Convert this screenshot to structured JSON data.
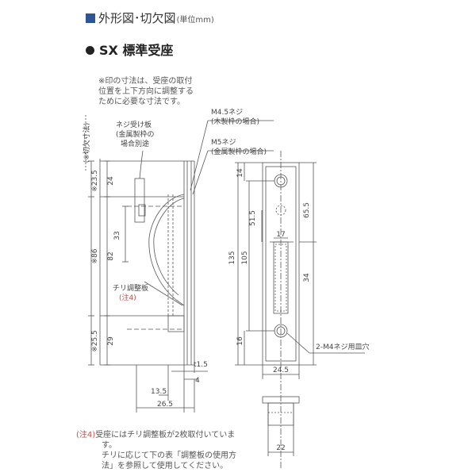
{
  "header": {
    "title": "外形図･切欠図",
    "unit": "(単位mm)"
  },
  "product": {
    "name": "SX 標準受座"
  },
  "note_top": [
    "※印の寸法は、受座の取付",
    "位置を上下方向に調整する",
    "ために必要な寸法です。"
  ],
  "labels": {
    "screw_plate_1": "ネジ受け板",
    "screw_plate_2": "(金属製枠の",
    "screw_plate_3": "場合別途",
    "cutout_side": "(※切欠寸法)",
    "m45": "M4.5ネジ",
    "m45_sub": "(木製枠の場合)",
    "m5": "M5ネジ",
    "m5_sub": "(金属製枠の場合)",
    "chiri_plate": "チリ調整板",
    "chiri_note": "(注4)",
    "m4_hole": "2-M4ネジ用皿穴"
  },
  "dimensions": {
    "d_235": "※23.5",
    "d_86": "※86",
    "d_255": "※25.5",
    "d_24": "24",
    "d_33": "33",
    "d_82": "82",
    "d_29": "29",
    "d_t15": "t1.5",
    "d_4": "4",
    "d_135_left": "13.5",
    "d_265": "26.5",
    "d_14": "14",
    "d_515": "51.5",
    "d_655": "65.5",
    "d_135": "135",
    "d_105": "105",
    "d_17": "17",
    "d_34": "34",
    "d_16": "16",
    "d_245": "24.5",
    "d_22": "22"
  },
  "note_bottom": {
    "tag": "(注4)",
    "lines": [
      "受座にはチリ調整板が2枚取付いていま",
      "す。",
      "チリに応じて下の表「調整板の使用方",
      "法」を参照して使用してください。"
    ]
  },
  "colors": {
    "accent": "#2f5597",
    "note_red": "#c0504d",
    "line": "#555555"
  }
}
